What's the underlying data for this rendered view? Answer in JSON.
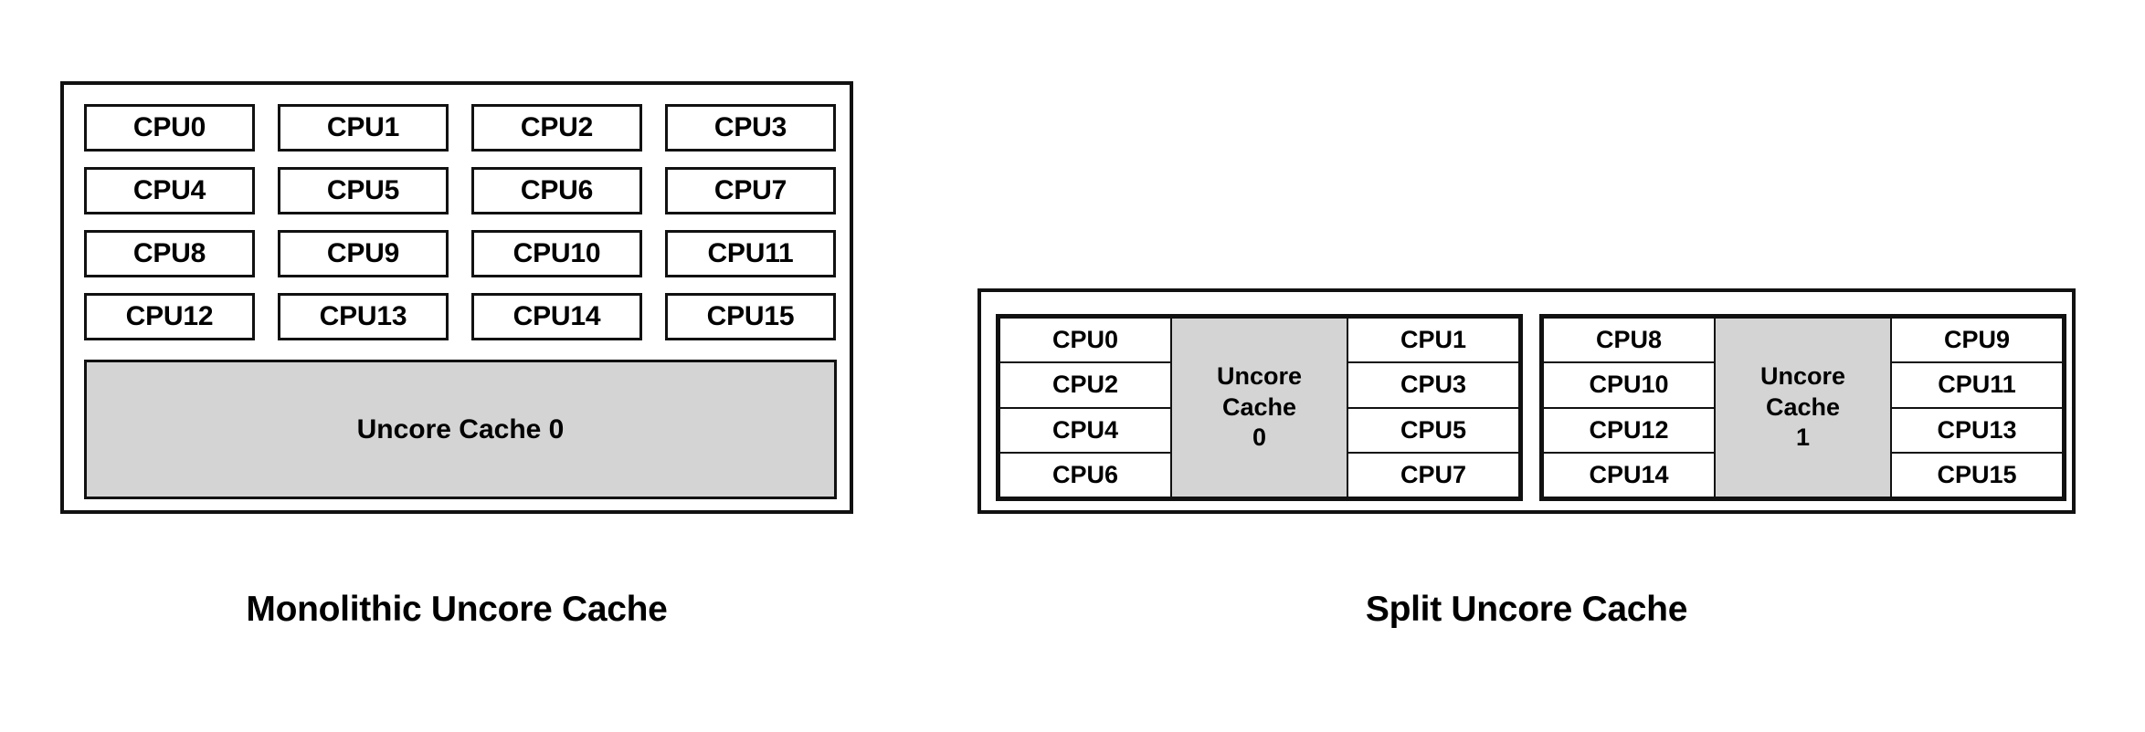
{
  "figure": {
    "background_color": "#ffffff",
    "line_color": "#111111",
    "cache_fill_color": "#d4d4d4",
    "cpu_fill_color": "#ffffff"
  },
  "panels": [
    {
      "id": "monolithic",
      "caption": "Monolithic Uncore Cache",
      "cpu_grid": {
        "rows": 4,
        "cols": 4,
        "labels": [
          "CPU0",
          "CPU1",
          "CPU2",
          "CPU3",
          "CPU4",
          "CPU5",
          "CPU6",
          "CPU7",
          "CPU8",
          "CPU9",
          "CPU10",
          "CPU11",
          "CPU12",
          "CPU13",
          "CPU14",
          "CPU15"
        ]
      },
      "cache_blocks": [
        {
          "label": "Uncore Cache 0"
        }
      ]
    },
    {
      "id": "split",
      "caption": "Split Uncore Cache",
      "groups": [
        {
          "id": "group-0",
          "left_cpus": [
            "CPU0",
            "CPU2",
            "CPU4",
            "CPU6"
          ],
          "cache": {
            "line1": "Uncore",
            "line2": "Cache",
            "line3": "0"
          },
          "right_cpus": [
            "CPU1",
            "CPU3",
            "CPU5",
            "CPU7"
          ]
        },
        {
          "id": "group-1",
          "left_cpus": [
            "CPU8",
            "CPU10",
            "CPU12",
            "CPU14"
          ],
          "cache": {
            "line1": "Uncore",
            "line2": "Cache",
            "line3": "1"
          },
          "right_cpus": [
            "CPU9",
            "CPU11",
            "CPU13",
            "CPU15"
          ]
        }
      ]
    }
  ]
}
